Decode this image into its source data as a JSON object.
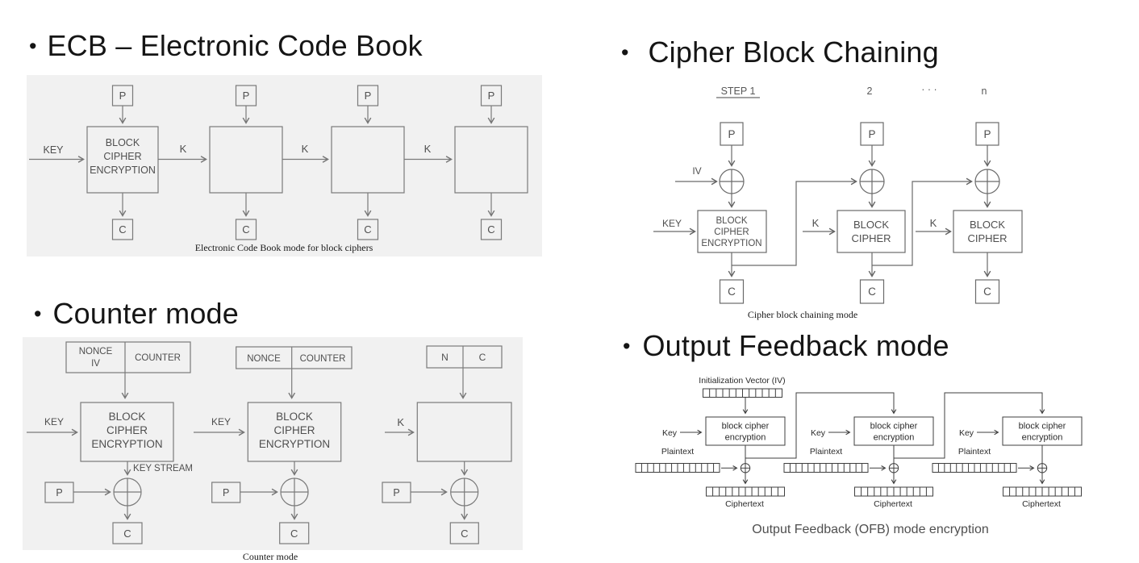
{
  "bullet_char": "•",
  "colors": {
    "slide_bg": "#ffffff",
    "figure_bg": "#f1f1f1",
    "line_gray": "#757575",
    "line_dark": "#3f3f3f",
    "label_text": "#4f4f4f",
    "caption_text": "#1a1a1a"
  },
  "sections": {
    "ecb": {
      "title": "ECB – Electronic Code Book",
      "caption": "Electronic Code Book mode for block ciphers",
      "labels": {
        "p": "P",
        "c": "C",
        "key": "KEY",
        "k": "K",
        "block_lines": [
          "BLOCK",
          "CIPHER",
          "ENCRYPTION"
        ]
      }
    },
    "cbc": {
      "title": "Cipher Block Chaining",
      "caption": "Cipher block chaining mode",
      "headers": {
        "step1": "STEP 1",
        "step2": "2",
        "dots": "· · ·",
        "stepn": "n"
      },
      "labels": {
        "p": "P",
        "c": "C",
        "iv": "IV",
        "key": "KEY",
        "k": "K",
        "block1_lines": [
          "BLOCK",
          "CIPHER",
          "ENCRYPTION"
        ],
        "block2_lines": [
          "BLOCK",
          "CIPHER"
        ]
      }
    },
    "ctr": {
      "title": "Counter mode",
      "caption": "Counter mode",
      "labels": {
        "nonce": "NONCE",
        "iv": "IV",
        "counter": "COUNTER",
        "n": "N",
        "c": "C",
        "p": "P",
        "key": "KEY",
        "k": "K",
        "key_stream": "KEY STREAM",
        "block_lines": [
          "BLOCK",
          "CIPHER",
          "ENCRYPTION"
        ]
      }
    },
    "ofb": {
      "title": "Output Feedback mode",
      "caption": "Output Feedback (OFB) mode encryption",
      "iv_label": "Initialization Vector (IV)",
      "labels": {
        "key": "Key",
        "plaintext": "Plaintext",
        "ciphertext": "Ciphertext",
        "block_lines": [
          "block cipher",
          "encryption"
        ]
      }
    }
  }
}
